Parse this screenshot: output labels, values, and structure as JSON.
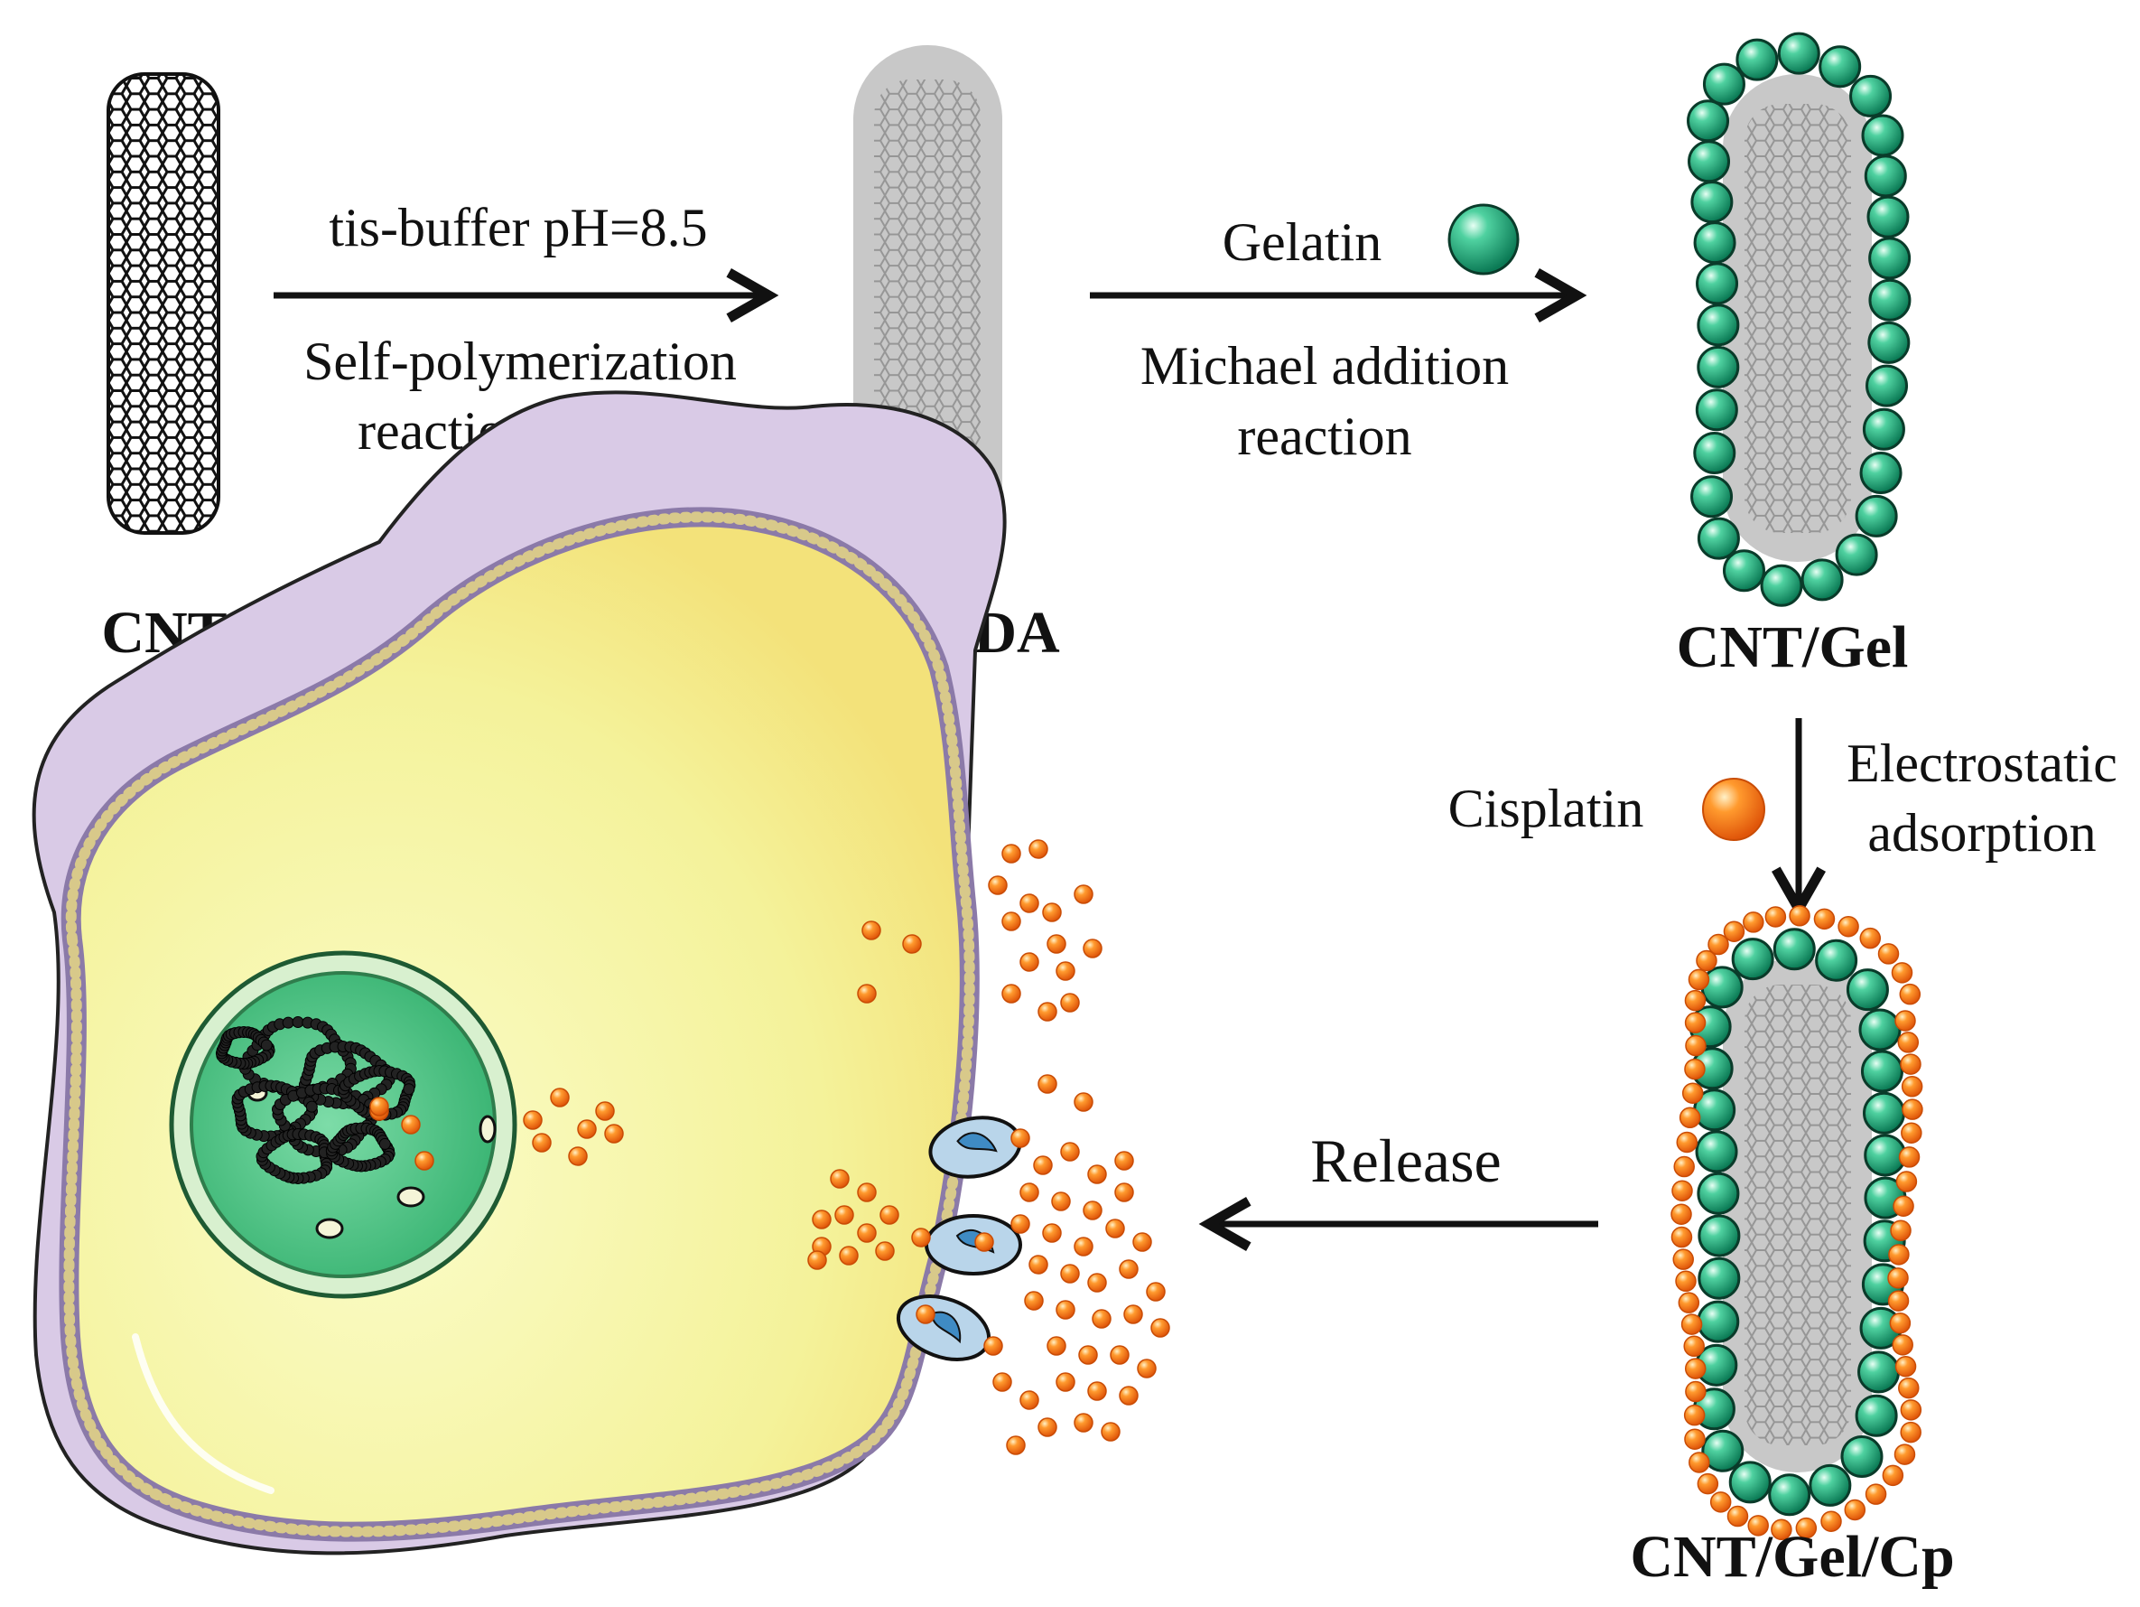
{
  "stages": {
    "cnt": "CNT",
    "cnt_pda": "CNT/PDA",
    "cnt_gel": "CNT/Gel",
    "cnt_gel_cp": "CNT/Gel/Cp"
  },
  "steps": {
    "step1_top": "tis-buffer pH=8.5",
    "step1_bottom_line1": "Self-polymerization",
    "step1_bottom_line2": "reaction of DA",
    "step2_top": "Gelatin",
    "step2_bottom_line1": "Michael addition",
    "step2_bottom_line2": "reaction",
    "step3_left": "Cisplatin",
    "step3_right_line1": "Electrostatic",
    "step3_right_line2": "adsorption",
    "step4": "Release"
  },
  "icons": {
    "gelatin": "green-sphere-icon",
    "cisplatin": "orange-sphere-icon"
  },
  "colors": {
    "gelatin": "#1fa57a",
    "cisplatin": "#f7821b",
    "pda_coating": "#c8c8c8",
    "cytoplasm": "#f7f5a0",
    "membrane_outer": "#d8c8e8",
    "nucleus": "#4cc584"
  }
}
